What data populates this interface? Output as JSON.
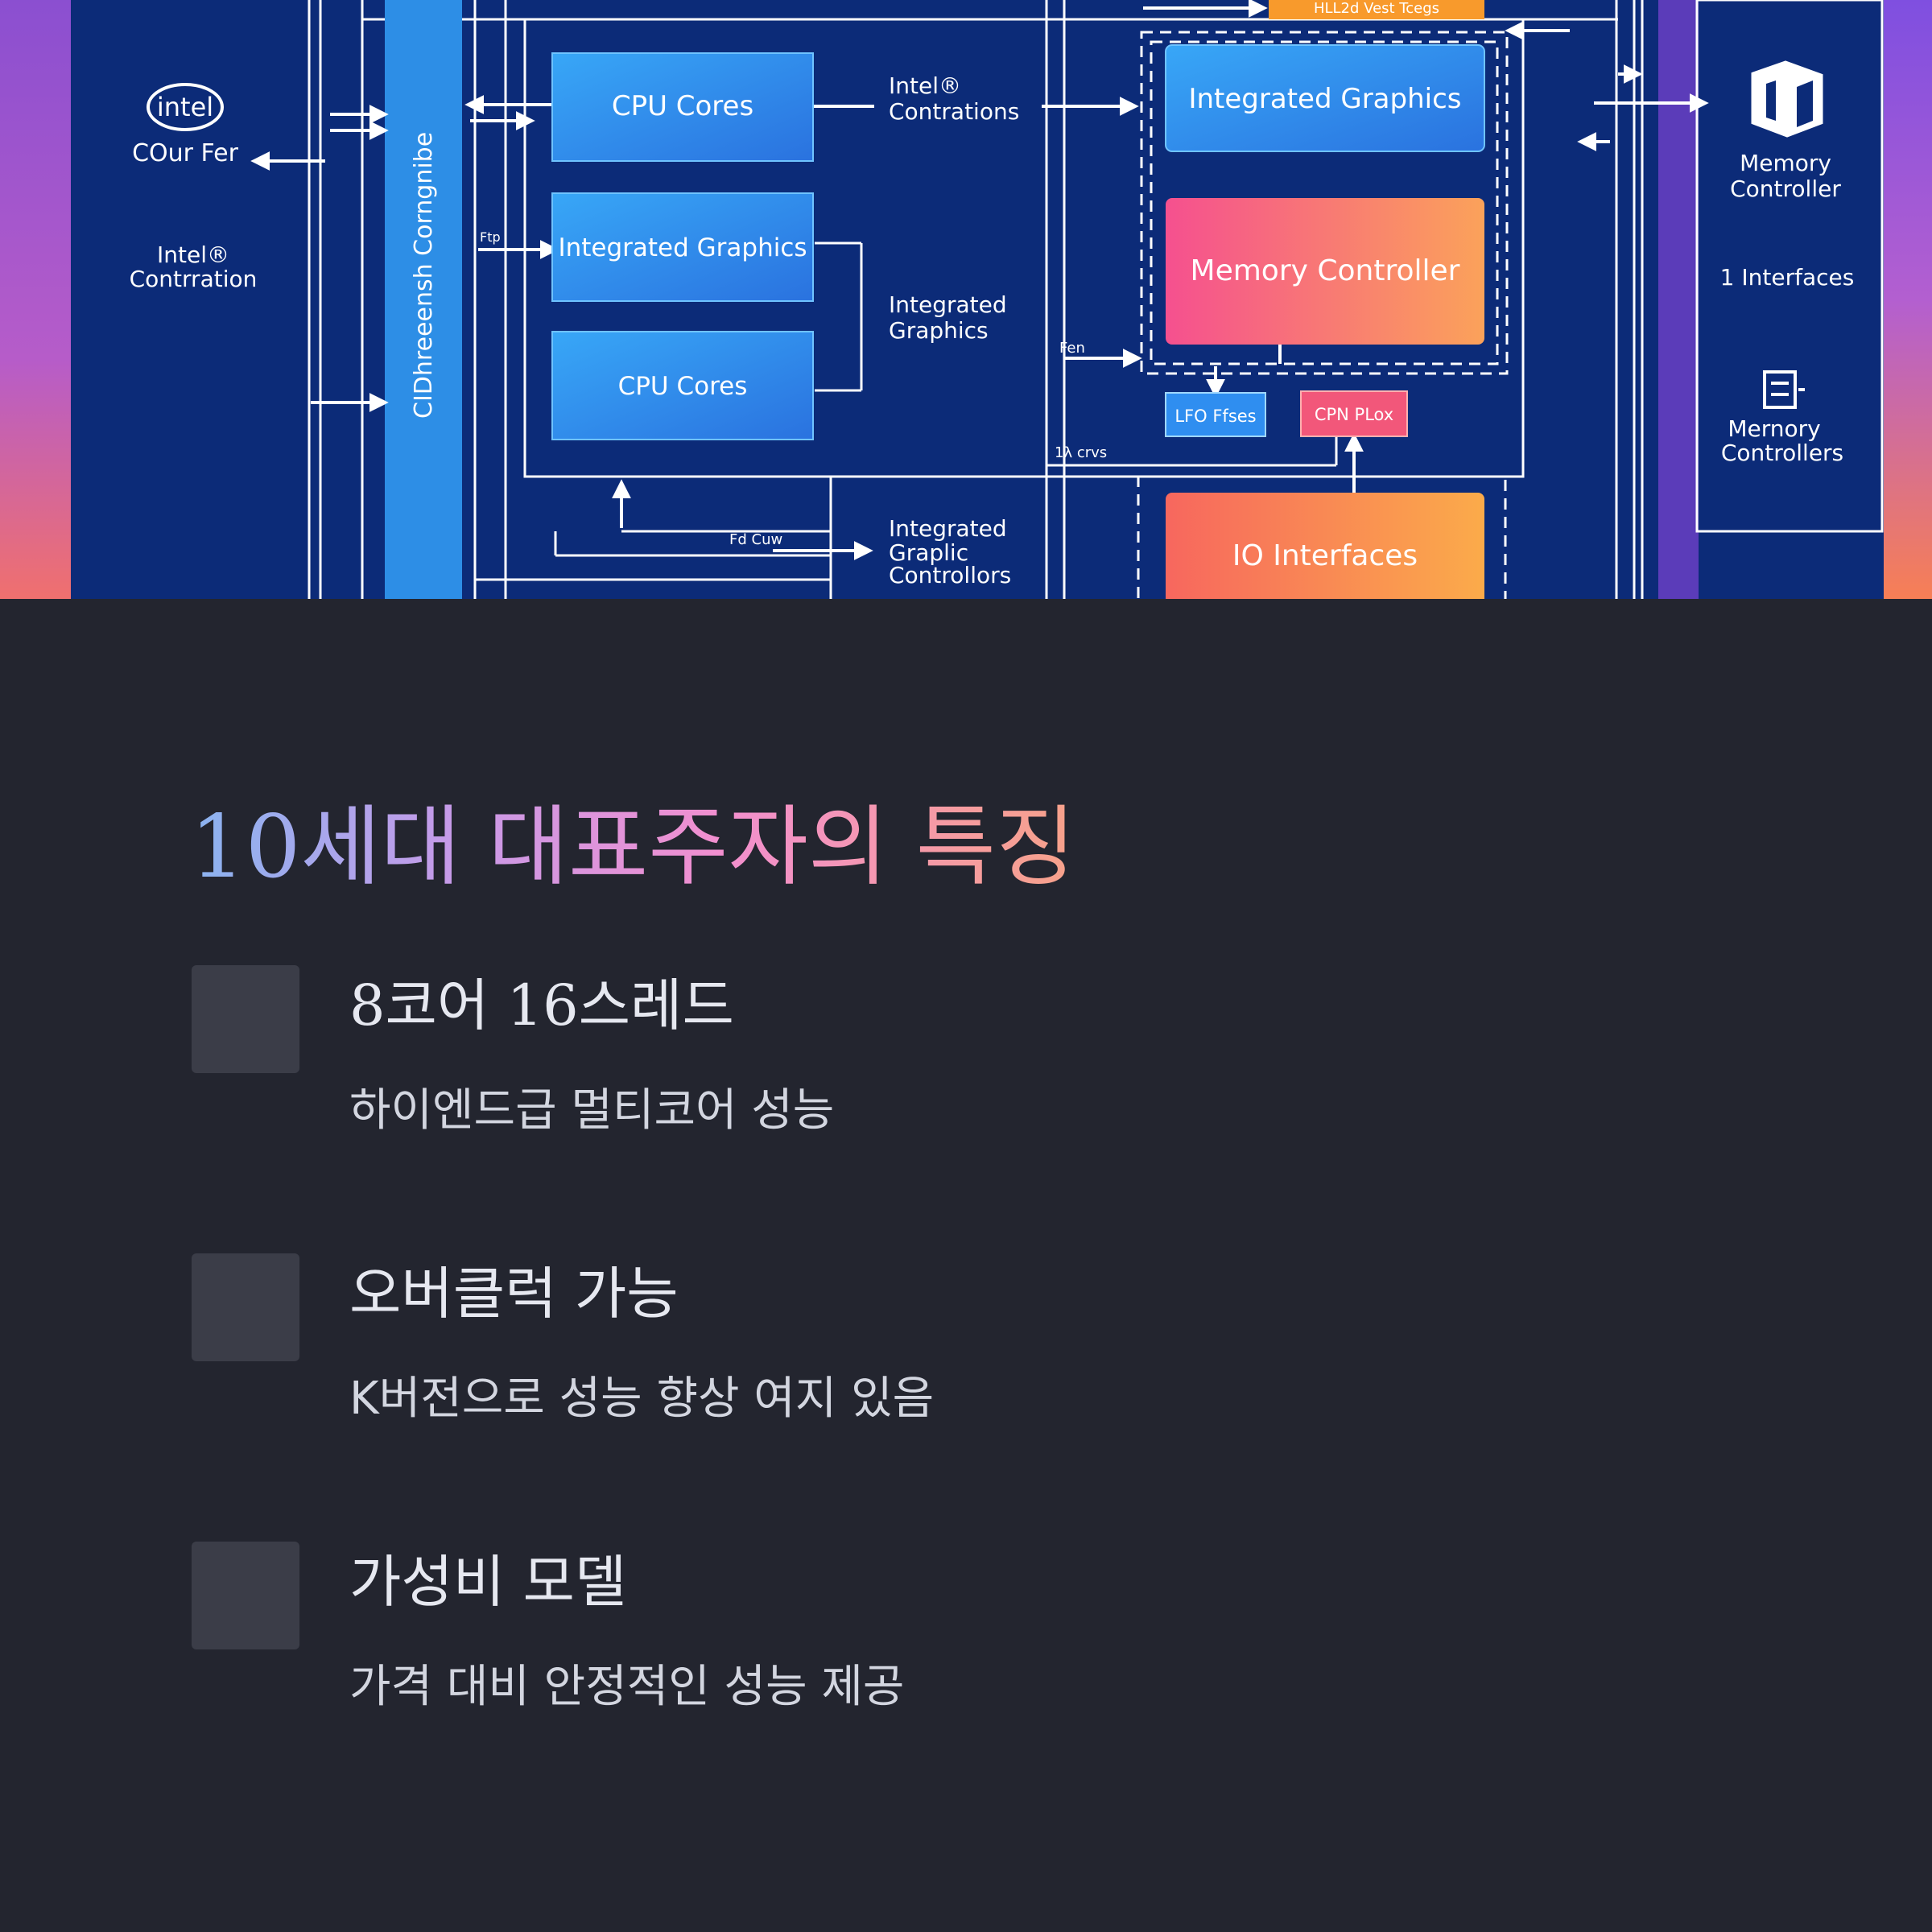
{
  "diagram": {
    "top_label": "HLL2d Vest Tcegs",
    "left_logo": "intel",
    "left_core_label": "COur Fer",
    "left_contr_line1": "Intel®",
    "left_contr_line2": "Contrration",
    "bus_vertical_label": "CIDhreeensh Corngnibe",
    "cpu_cores_1": "CPU Cores",
    "integrated_graphics_left": "Integrated Graphics",
    "cpu_cores_2": "CPU Cores",
    "small_label_ftp": "Ftp",
    "intel_contr_line1": "Intel®",
    "intel_contr_line2": "Contrations",
    "int_graphics_line1": "Integrated",
    "int_graphics_line2": "Graphics",
    "fen_label": "Fen",
    "integrated_graphics_right": "Integrated Graphics",
    "memory_controller_center": "Memory Controller",
    "lfo_label": "LFO Ffses",
    "cpn_label": "CPN PLox",
    "lanes_label": "1λ crvs",
    "fdcuw_label": "Fd Cuw",
    "igc_line1": "Integrated",
    "igc_line2": "Graplic",
    "igc_line3": "Controllors",
    "io_interfaces": "IO Interfaces",
    "right_mem_line1": "Memory",
    "right_mem_line2": "Controller",
    "right_interfaces": "1 Interfaces",
    "right_mems_line1": "Mernory",
    "right_mems_line2": "Controllers"
  },
  "section": {
    "title": "10세대 대표주자의 특징",
    "features": [
      {
        "title": "8코어 16스레드",
        "description": "하이엔드급 멀티코어 성능"
      },
      {
        "title": "오버클럭 가능",
        "description": "K버전으로 성능 향상 여지 있음"
      },
      {
        "title": "가성비 모델",
        "description": "가격 대비 안정적인 성능 제공"
      }
    ]
  },
  "colors": {
    "page_background": "#23252f",
    "diagram_background": "#0c2b78",
    "blue_block": "#2f8ef0",
    "orange_block": "#f88a4a",
    "pink_block": "#f45a8c",
    "feature_box": "#3b3d48"
  }
}
